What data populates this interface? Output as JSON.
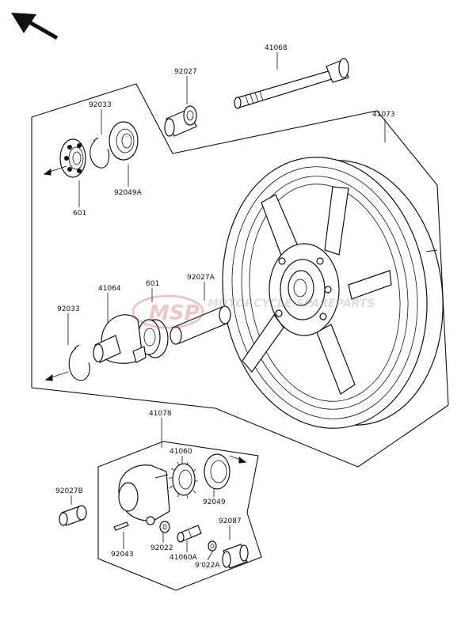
{
  "diagram": {
    "part_labels": {
      "p41068": "41068",
      "p92027": "92027",
      "p92033_top": "92033",
      "p41073": "41073",
      "p92049A": "92049A",
      "p601_top": "601",
      "p601_mid": "601",
      "p92027A": "92027A",
      "p41064": "41064",
      "p92033_mid": "92033",
      "p41078": "41078",
      "p41060": "41060",
      "p92027B": "92027B",
      "p92049": "92049",
      "p92087": "92087",
      "p92022": "92022",
      "p92043": "92043",
      "p41060A": "41060A",
      "p92022A": "9'022A"
    },
    "watermark": {
      "brand": "MSP",
      "text": "MOTORCYCLE SPAREPARTS"
    }
  }
}
